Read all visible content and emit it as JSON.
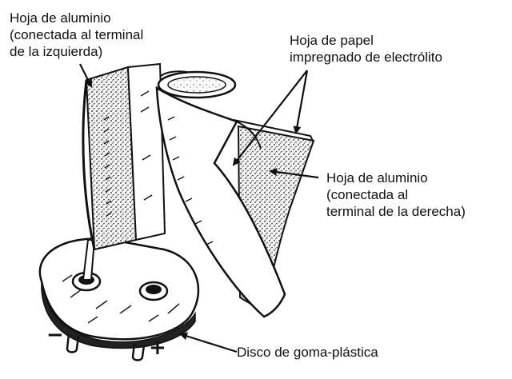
{
  "labels": {
    "left_foil": [
      "Hoja de aluminio",
      "(conectada al terminal",
      "de la izquierda)"
    ],
    "paper": [
      "Hoja de papel",
      "impregnado de electrólito"
    ],
    "right_foil": [
      "Hoja de aluminio",
      "(conectada al",
      "terminal de la derecha)"
    ],
    "disc": "Disco de goma-plástica"
  },
  "terminals": {
    "minus": "−",
    "plus": "+"
  }
}
